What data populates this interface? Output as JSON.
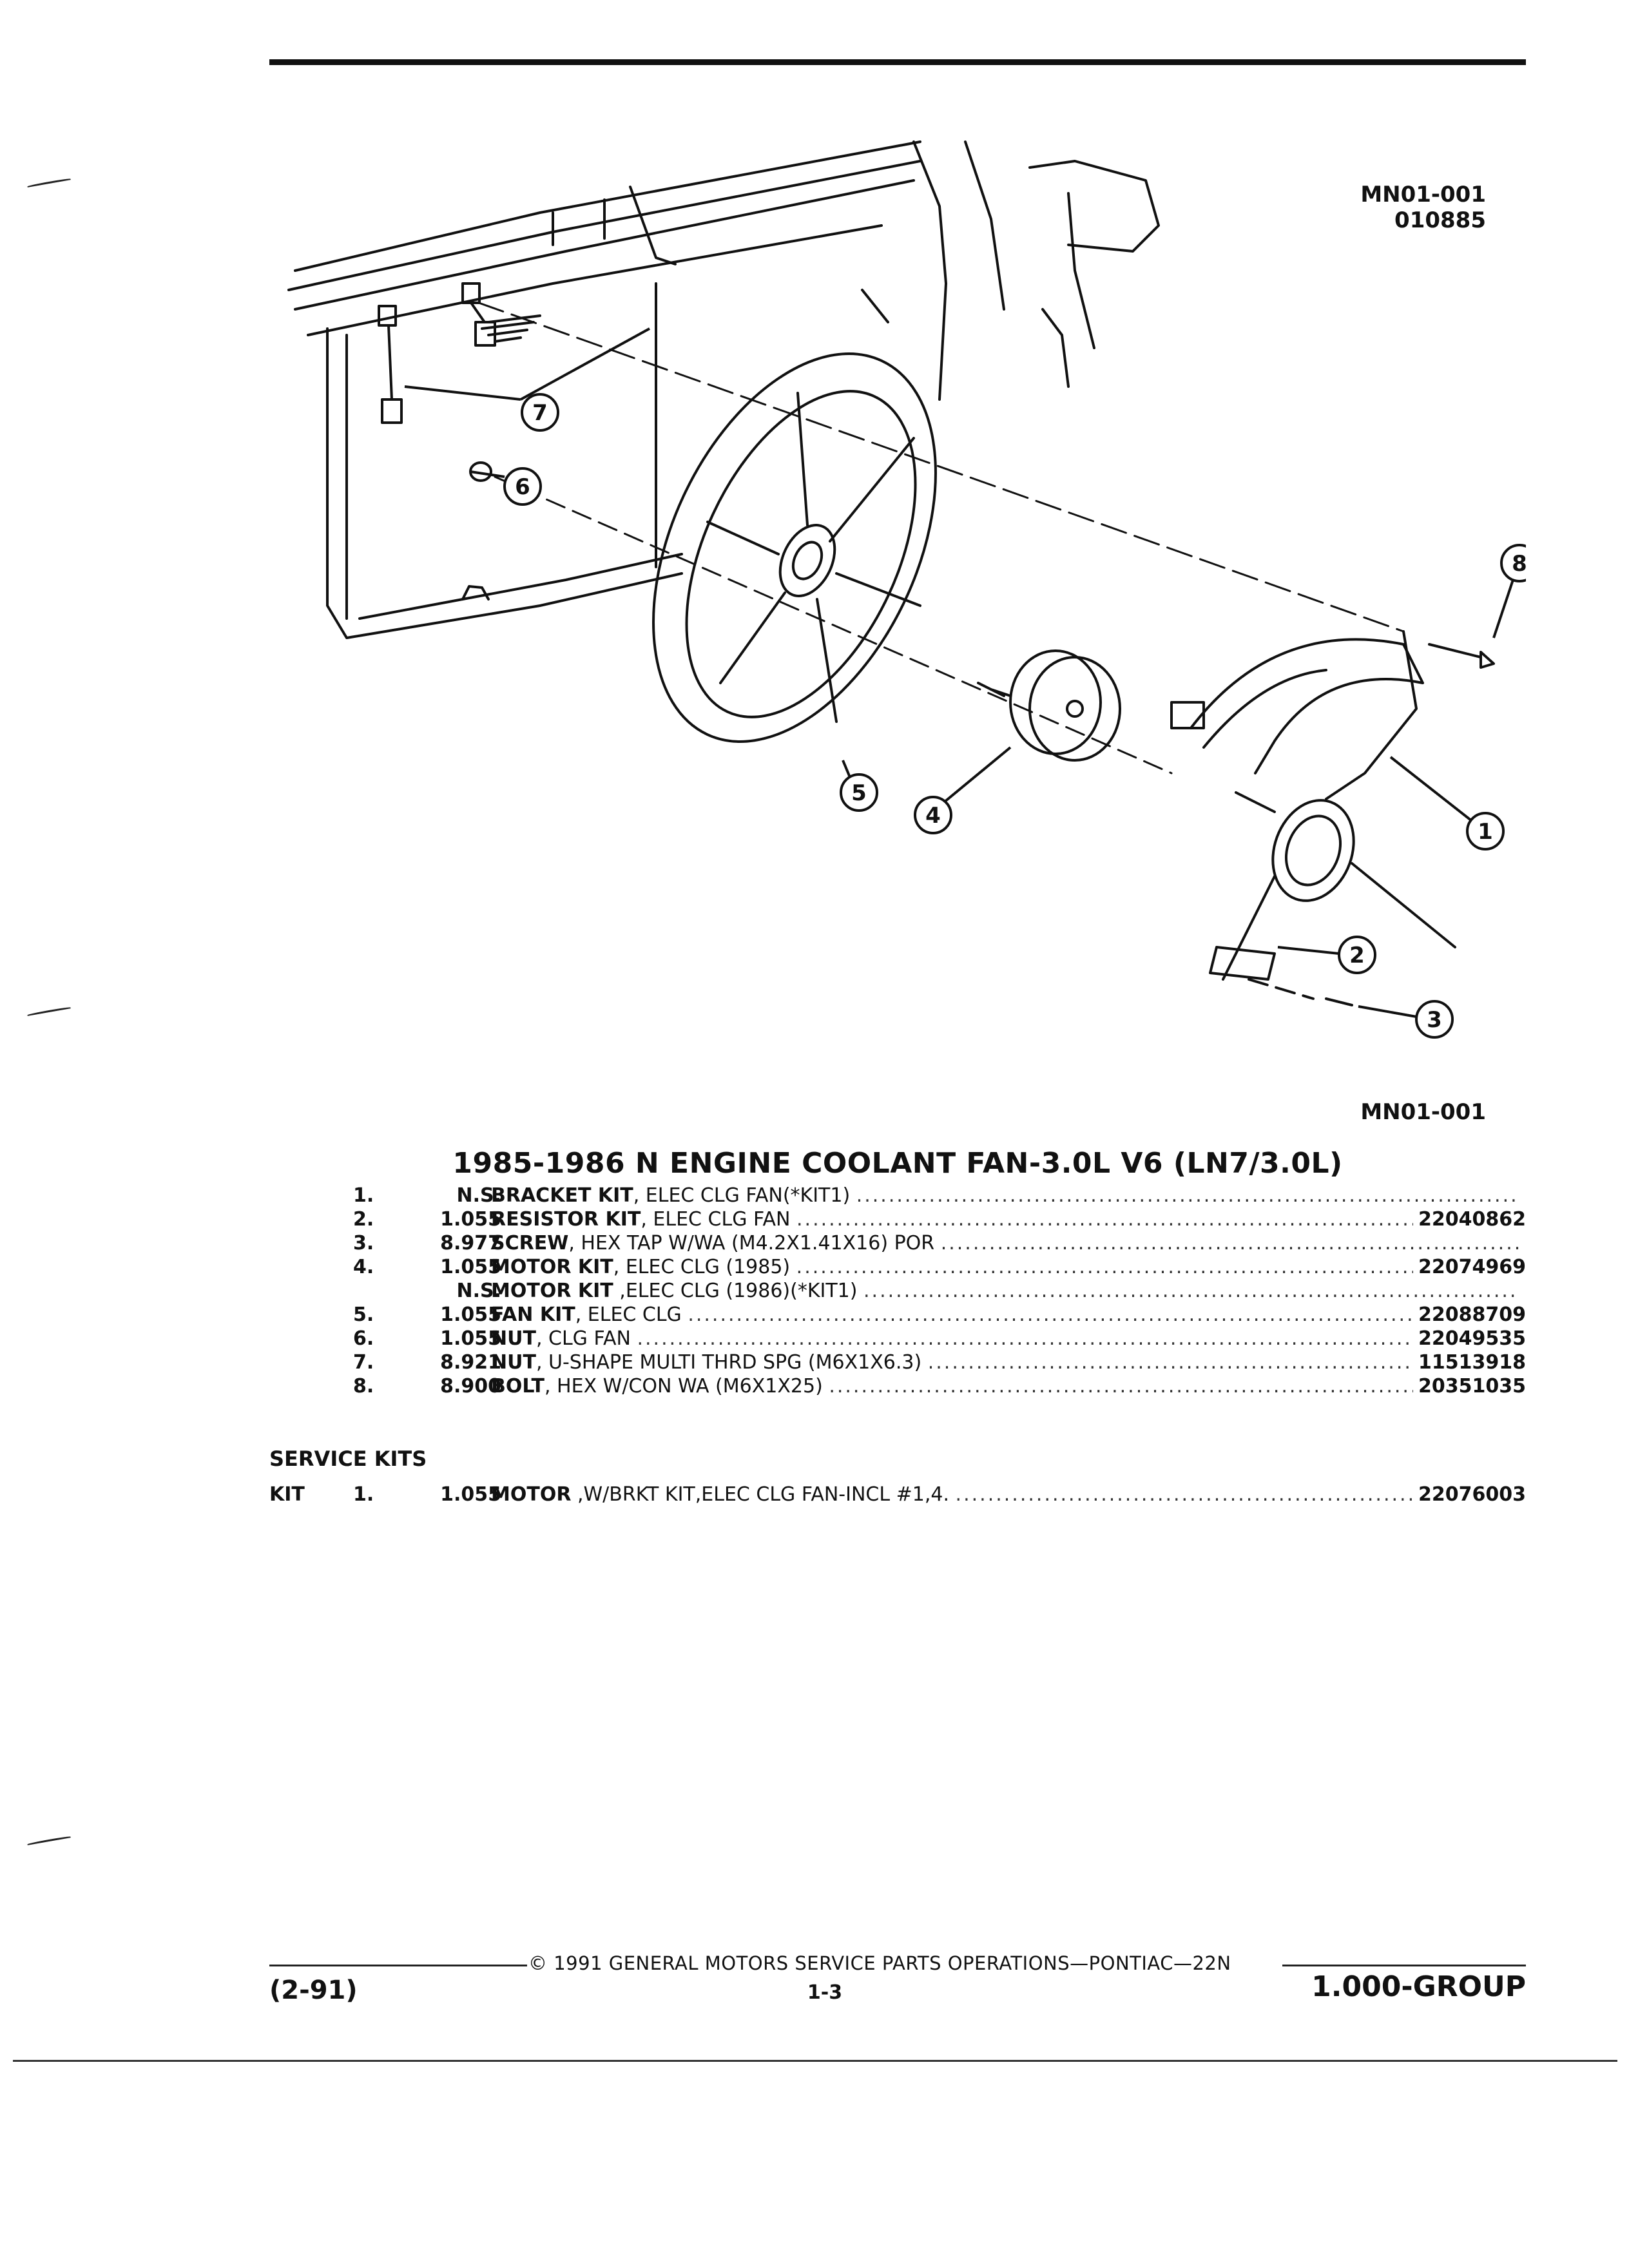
{
  "figure": {
    "id_top": "MN01-001",
    "code": "010885",
    "id_bottom": "MN01-001",
    "callouts": [
      "1",
      "2",
      "3",
      "4",
      "5",
      "6",
      "7",
      "8"
    ]
  },
  "title": "1985-1986 N ENGINE COOLANT FAN-3.0L V6 (LN7/3.0L)",
  "parts": [
    {
      "num": "1.",
      "group": "N.S.",
      "name": "BRACKET KIT",
      "detail": ", ELEC CLG FAN(*KIT1)",
      "part_no": ""
    },
    {
      "num": "2.",
      "group": "1.055",
      "name": "RESISTOR KIT",
      "detail": ", ELEC CLG FAN",
      "part_no": "22040862"
    },
    {
      "num": "3.",
      "group": "8.977",
      "name": "SCREW",
      "detail": ", HEX TAP W/WA (M4.2X1.41X16) POR",
      "part_no": ""
    },
    {
      "num": "4.",
      "group": "1.055",
      "name": "MOTOR KIT",
      "detail": ", ELEC CLG (1985)",
      "part_no": "22074969"
    },
    {
      "num": "",
      "group": "N.S.",
      "name": "MOTOR KIT",
      "detail": " ,ELEC CLG (1986)(*KIT1)",
      "part_no": ""
    },
    {
      "num": "5.",
      "group": "1.055",
      "name": "FAN KIT",
      "detail": ", ELEC CLG",
      "part_no": "22088709"
    },
    {
      "num": "6.",
      "group": "1.055",
      "name": "NUT",
      "detail": ", CLG FAN",
      "part_no": "22049535"
    },
    {
      "num": "7.",
      "group": "8.921",
      "name": "NUT",
      "detail": ", U-SHAPE MULTI THRD SPG (M6X1X6.3)",
      "part_no": "11513918"
    },
    {
      "num": "8.",
      "group": "8.900",
      "name": "BOLT",
      "detail": ", HEX W/CON WA (M6X1X25)",
      "part_no": "20351035"
    }
  ],
  "service_kits": {
    "heading": "SERVICE KITS",
    "items": [
      {
        "kit": "KIT",
        "num": "1.",
        "group": "1.055",
        "name": "MOTOR",
        "detail": " ,W/BRKT KIT,ELEC CLG FAN-INCL #1,4.",
        "part_no": "22076003"
      }
    ]
  },
  "footer": {
    "copyright": "© 1991 GENERAL MOTORS SERVICE PARTS OPERATIONS—PONTIAC—22N",
    "date": "(2-91)",
    "page": "1-3",
    "group": "1.000-GROUP"
  }
}
